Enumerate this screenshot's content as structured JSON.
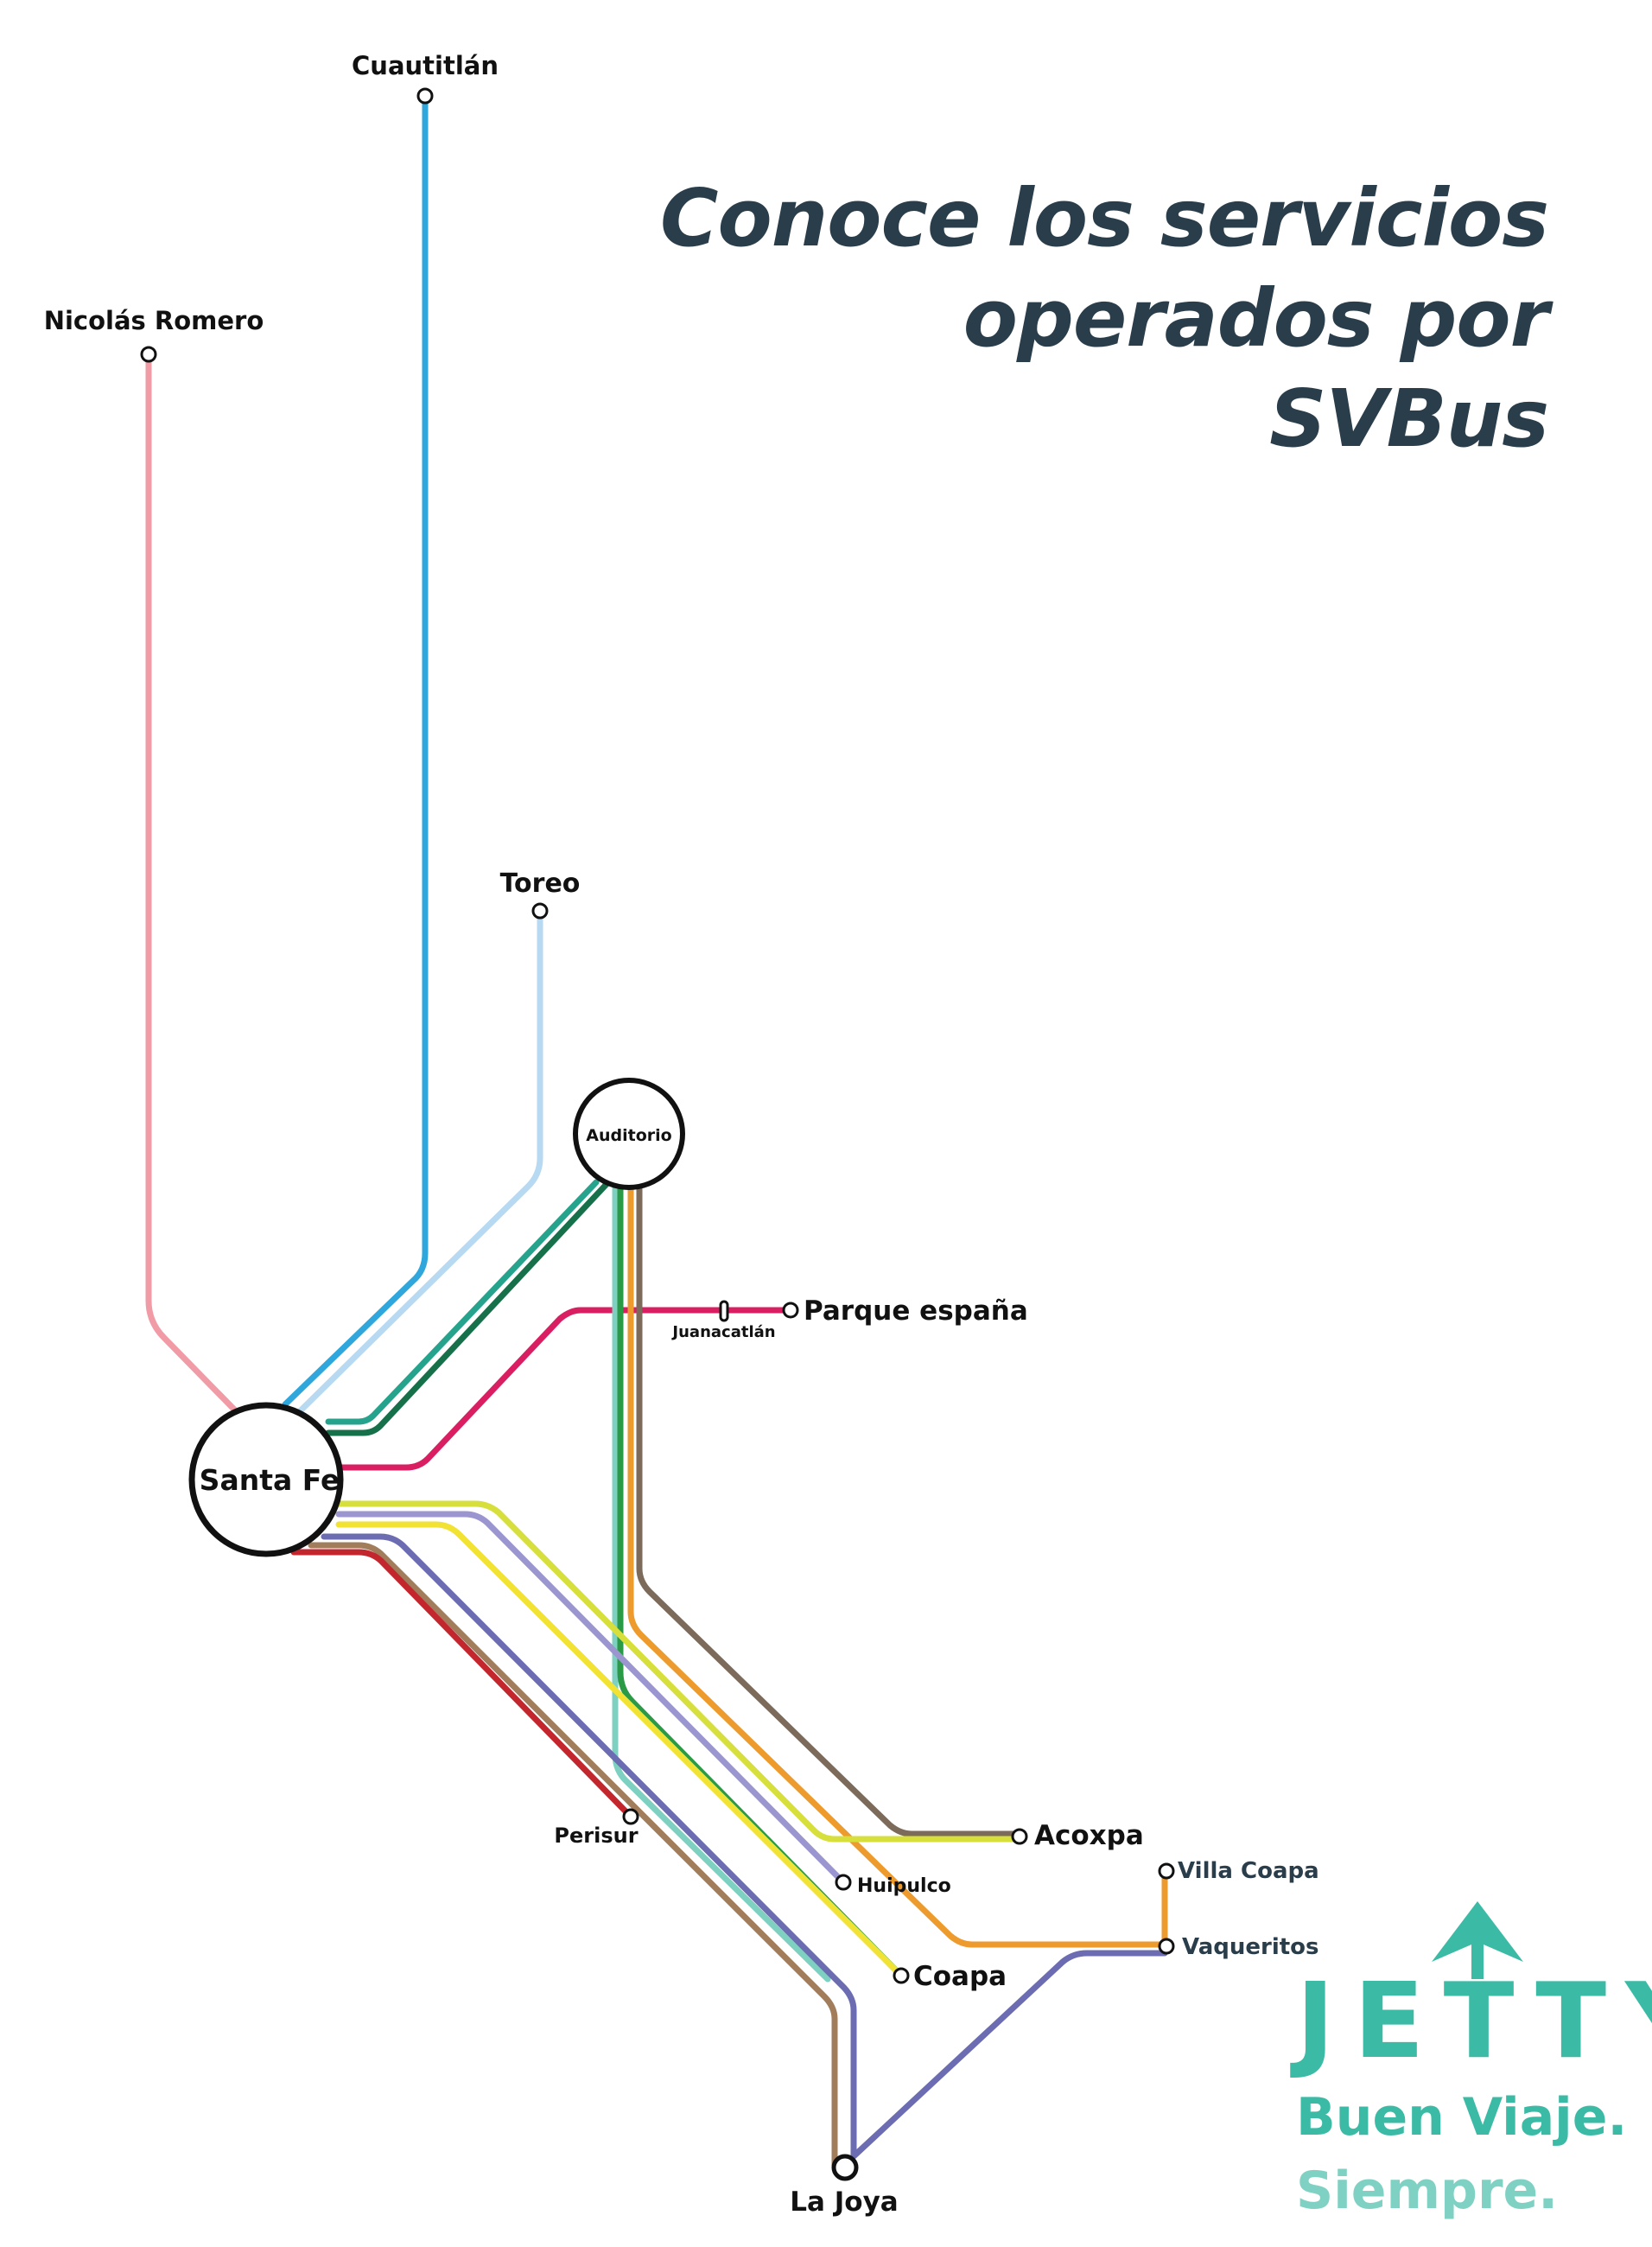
{
  "headline": {
    "line1": "Conoce los servicios",
    "line2": "operados por",
    "line3": "SVBus"
  },
  "colors": {
    "text_dark": "#2a3d4a",
    "brand_teal": "#3bbba6",
    "brand_teal_light": "#7fd1c3",
    "pink": "#f19ba6",
    "blue": "#2fa7dc",
    "light_blue": "#b7d9f1",
    "teal": "#26a38c",
    "dark_green": "#16704a",
    "magenta": "#d91f62",
    "yellow_green": "#d6df3b",
    "lavender": "#9b96cf",
    "yellow": "#f1e233",
    "purple": "#6b6cb1",
    "brown": "#a27d5c",
    "red": "#c4262e",
    "green": "#2b9a46",
    "mint": "#7ed0c0",
    "orange": "#ee9b2d",
    "taupe": "#7c6a5a"
  },
  "stations": {
    "cuautitlan": "Cuautitlán",
    "nicolas_romero": "Nicolás Romero",
    "toreo": "Toreo",
    "auditorio": "Auditorio",
    "santa_fe": "Santa Fe",
    "parque_espana": "Parque españa",
    "juanacatlan": "Juanacatlán",
    "acoxpa": "Acoxpa",
    "villa_coapa": "Villa Coapa",
    "vaqueritos": "Vaqueritos",
    "huipulco": "Huipulco",
    "perisur": "Perisur",
    "coapa": "Coapa",
    "la_joya": "La Joya"
  },
  "brand": {
    "wordmark": "JETTY",
    "arrow_icon": "arrow-up-icon",
    "tagline1": "Buen Viaje.",
    "tagline2": "Siempre."
  }
}
